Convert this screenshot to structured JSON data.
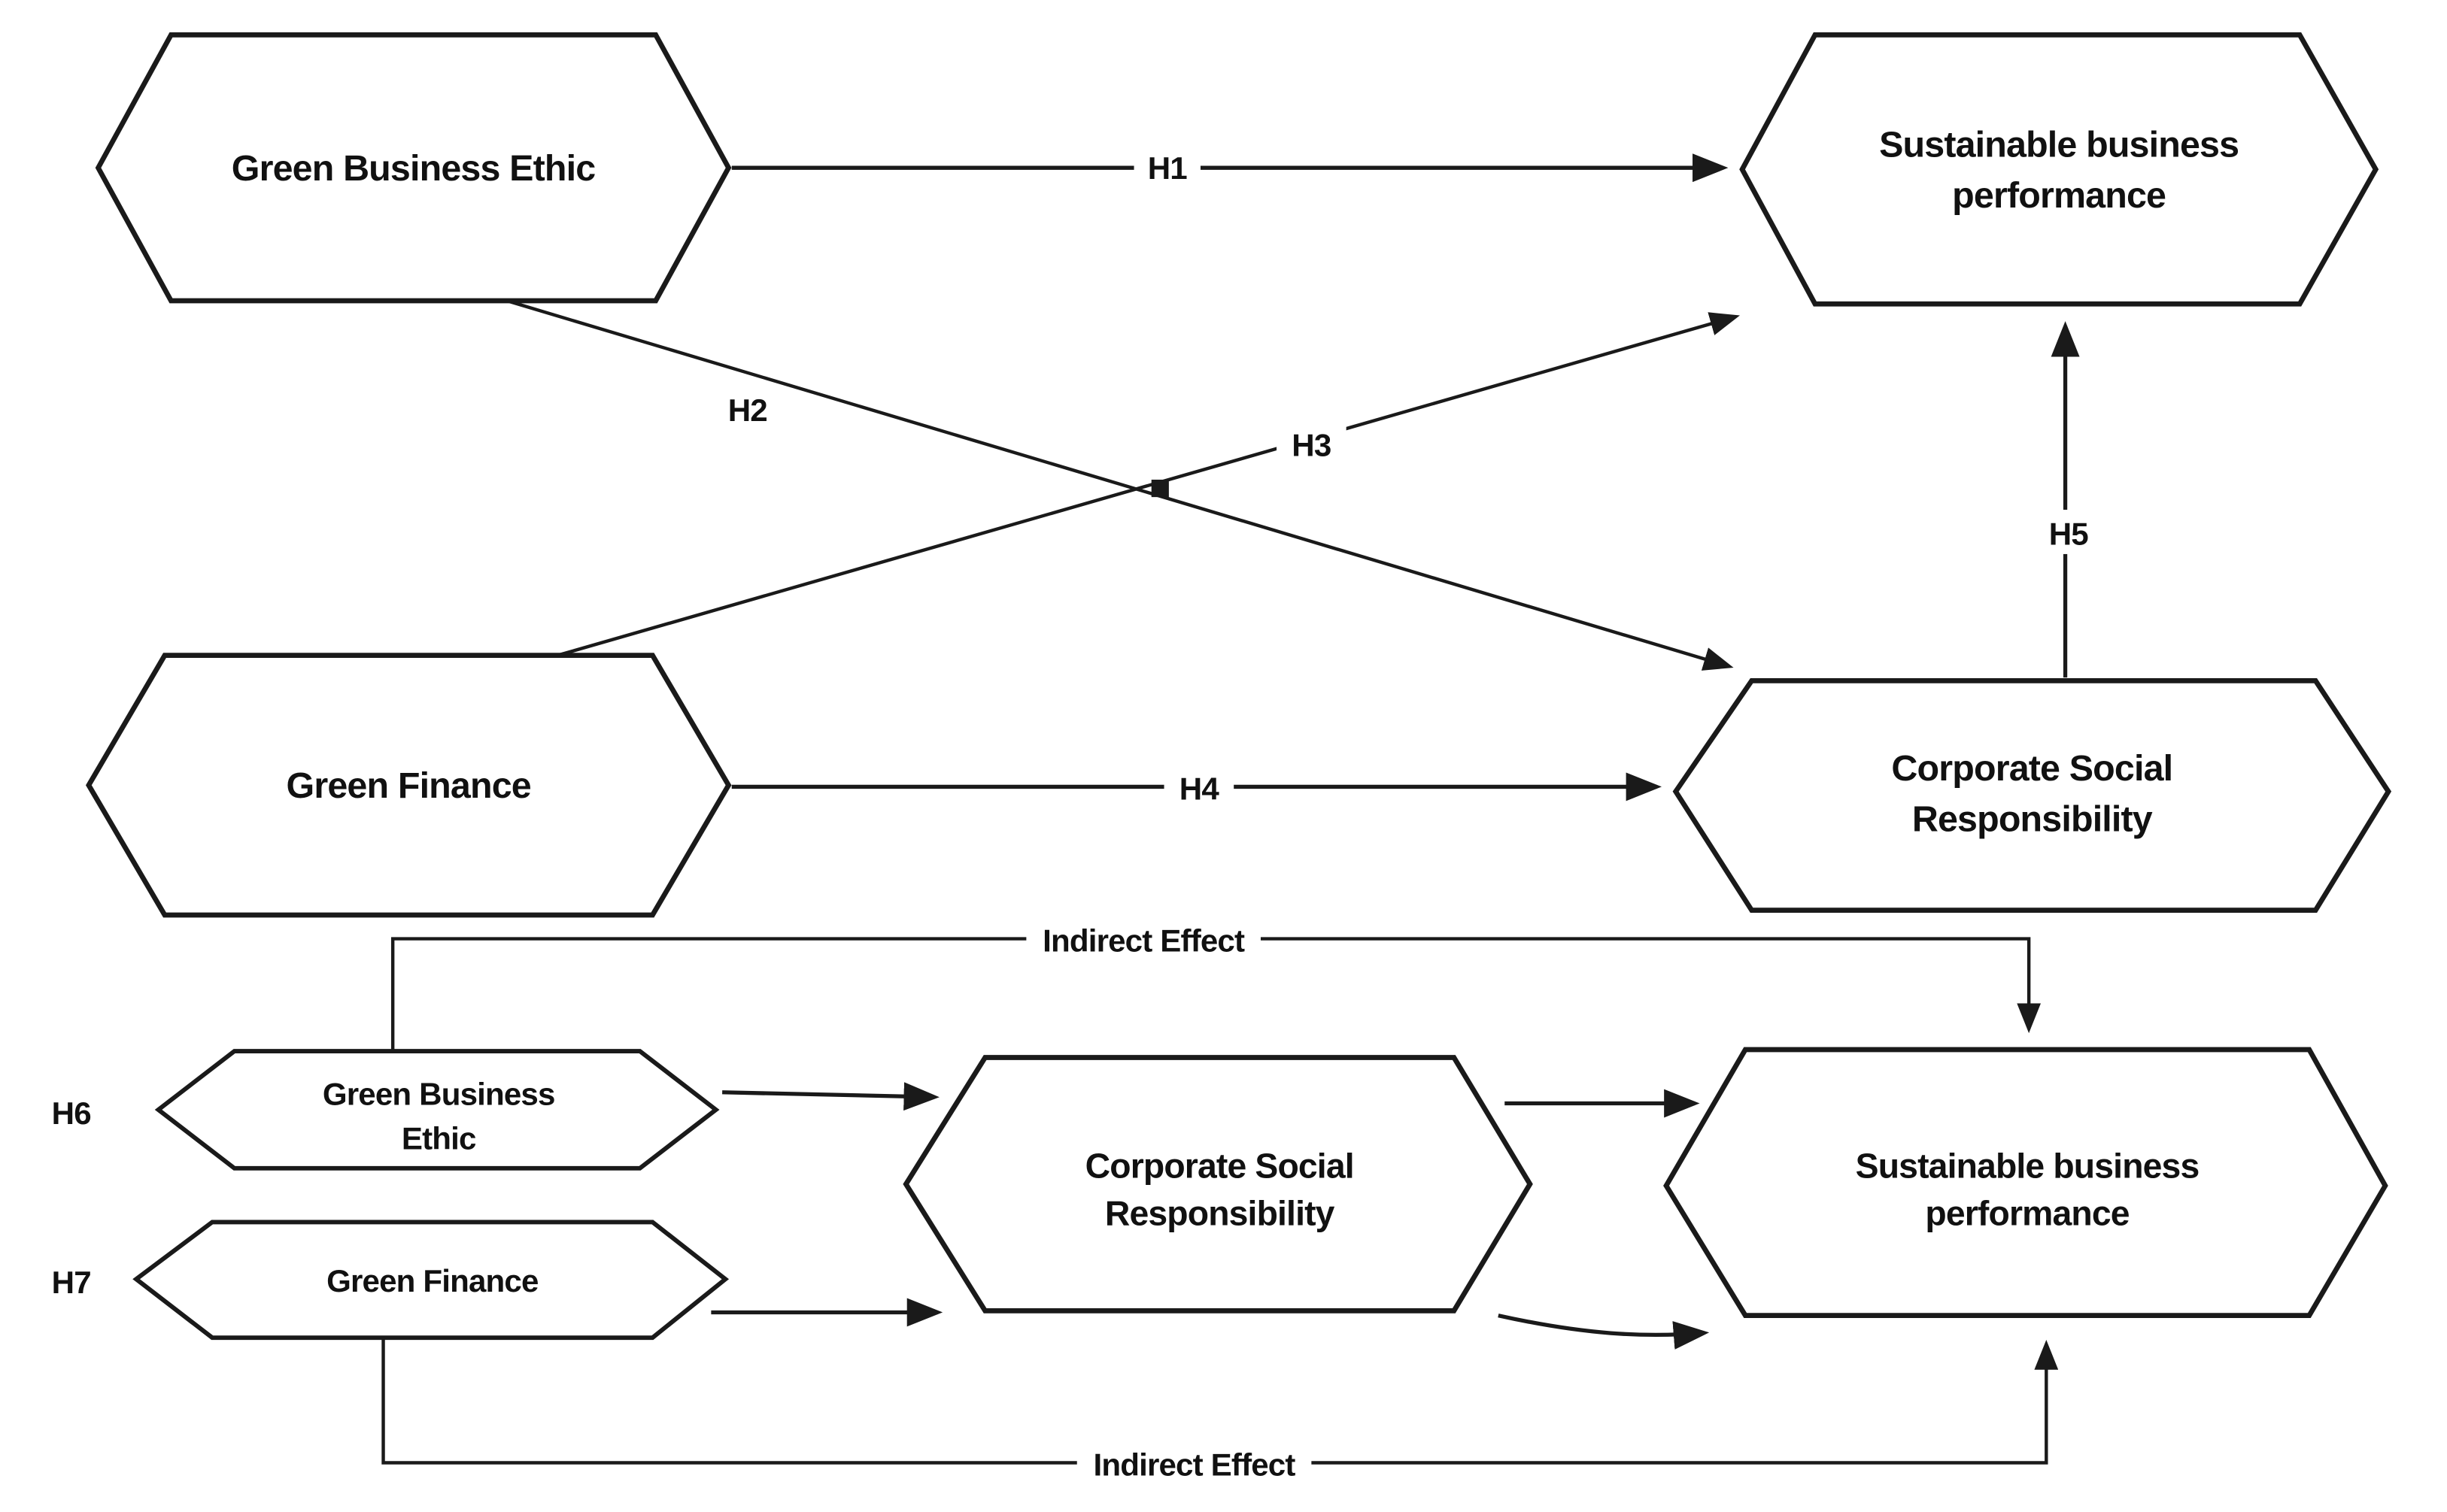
{
  "figure": {
    "type": "conceptual-framework-diagram",
    "colors": {
      "background": "#ffffff",
      "line": "#1a1a1a",
      "text": "#111111",
      "node_fill": "#ffffff"
    },
    "direct_model": {
      "nodes": {
        "green_business_ethic": {
          "label": "Green Business Ethic",
          "lines": [
            "Green Business Ethic"
          ]
        },
        "sustainable_business_performance": {
          "label": "Sustainable business performance",
          "lines": [
            "Sustainable business",
            "performance"
          ]
        },
        "green_finance": {
          "label": "Green Finance",
          "lines": [
            "Green Finance"
          ]
        },
        "corporate_social_responsibility": {
          "label": "Corporate Social Responsibility",
          "lines": [
            "Corporate Social",
            "Responsibility"
          ]
        }
      },
      "edges": {
        "h1": {
          "label": "H1",
          "from": "Green Business Ethic",
          "to": "Sustainable business performance"
        },
        "h2": {
          "label": "H2",
          "from": "Green Business Ethic",
          "to": "Corporate Social Responsibility"
        },
        "h3": {
          "label": "H3",
          "from": "Green Finance",
          "to": "Sustainable business performance"
        },
        "h4": {
          "label": "H4",
          "from": "Green Finance",
          "to": "Corporate Social Responsibility"
        },
        "h5": {
          "label": "H5",
          "from": "Corporate Social Responsibility",
          "to": "Sustainable business performance"
        }
      }
    },
    "mediation_model": {
      "hypotheses": {
        "h6": {
          "label": "H6",
          "predictor": "Green Business Ethic"
        },
        "h7": {
          "label": "H7",
          "predictor": "Green Finance"
        }
      },
      "nodes": {
        "green_business_ethic": {
          "label": "Green Business Ethic",
          "lines": [
            "Green Business",
            "Ethic"
          ]
        },
        "green_finance": {
          "label": "Green Finance",
          "lines": [
            "Green Finance"
          ]
        },
        "corporate_social_responsibility": {
          "label": "Corporate Social Responsibility",
          "lines": [
            "Corporate Social",
            "Responsibility"
          ]
        },
        "sustainable_business_performance": {
          "label": "Sustainable business performance",
          "lines": [
            "Sustainable business",
            "performance"
          ]
        }
      },
      "indirect_effect_top": {
        "label": "Indirect Effect"
      },
      "indirect_effect_bottom": {
        "label": "Indirect Effect"
      }
    }
  }
}
